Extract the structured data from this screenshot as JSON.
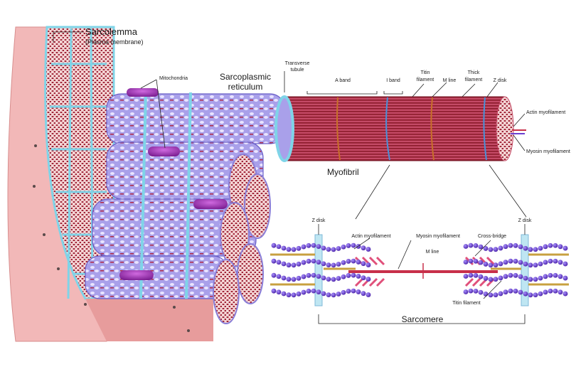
{
  "labels": {
    "sarcolemma": "Sarcolemma",
    "plasma_membrane": "(Plasma membrane)",
    "mitochondria": "Mitochondria",
    "sarcoplasmic_1": "Sarcoplasmic",
    "sarcoplasmic_2": "reticulum",
    "transverse_1": "Transverse",
    "transverse_2": "tubule",
    "a_band": "A band",
    "i_band": "I band",
    "titin_top_1": "Titin",
    "titin_top_2": "filament",
    "m_line_top": "M line",
    "thick_1": "Thick",
    "thick_2": "filament",
    "z_disk_top": "Z disk",
    "actin_right": "Actin myofilament",
    "myosin_right": "Myosin myofilament",
    "myofibril": "Myofibril",
    "z_disk_left": "Z disk",
    "z_disk_right": "Z disk",
    "actin_sarc": "Actin myofilament",
    "myosin_sarc": "Myosin myofilament",
    "cross_bridge": "Cross-bridge",
    "m_line_sarc": "M line",
    "titin_sarc": "Titin filament",
    "sarcomere": "Sarcomere"
  },
  "colors": {
    "sarcolemma": "#e8a0a0",
    "fiber_dark": "#8b1a2b",
    "reticulum": "#8a7fd8",
    "ttubule": "#7fd4e8",
    "mitochondria": "#9b2fb0",
    "actin": "#6b3fd0",
    "myosin": "#c8304a",
    "titin": "#c8a040"
  }
}
